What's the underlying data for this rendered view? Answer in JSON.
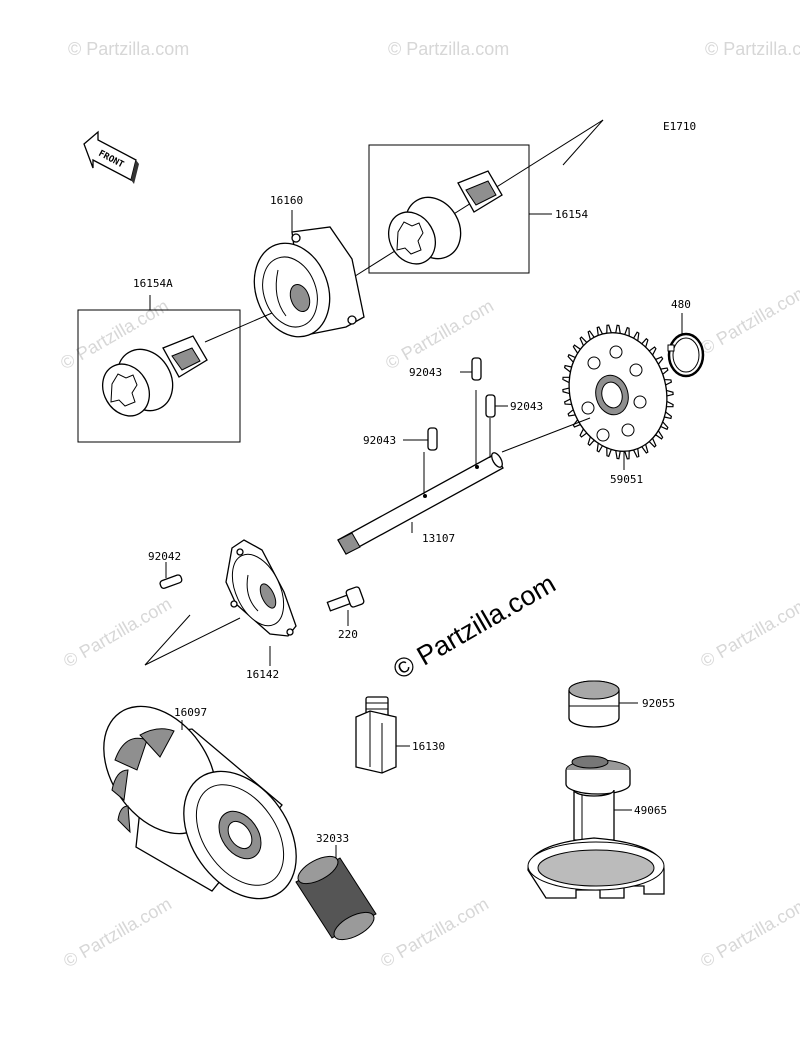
{
  "diagram_code": "E1710",
  "front_label": "FRONT",
  "watermark": "© Partzilla.com",
  "parts": {
    "p16160": "16160",
    "p16154": "16154",
    "p16154A": "16154A",
    "p480": "480",
    "p92043a": "92043",
    "p92043b": "92043",
    "p92043c": "92043",
    "p59051": "59051",
    "p13107": "13107",
    "p92042": "92042",
    "p220": "220",
    "p16142": "16142",
    "p16097": "16097",
    "p16130": "16130",
    "p92055": "92055",
    "p49065": "49065",
    "p32033": "32033"
  },
  "colors": {
    "line": "#000000",
    "shade": "#8f8f8f",
    "watermark": "#d7d7d7"
  }
}
